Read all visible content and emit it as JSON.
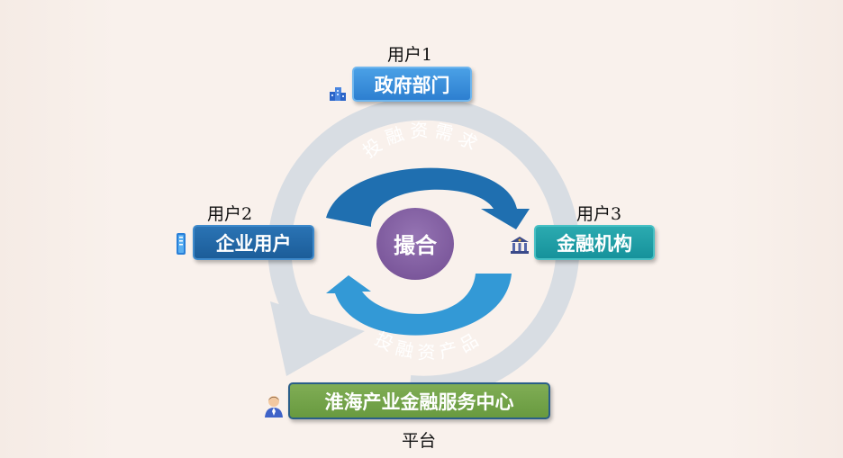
{
  "diagram": {
    "center": {
      "label": "撮合",
      "color": "#8360a0"
    },
    "cycle_arrows": {
      "top": {
        "label": "投融资需求",
        "color": "#1f6fb0"
      },
      "bottom": {
        "label": "投融资产品",
        "color": "#3399d6"
      }
    },
    "nodes": {
      "government": {
        "user_label": "用户1",
        "name": "政府部门",
        "icon": "building-icon",
        "color": "#3a8ee0"
      },
      "enterprise": {
        "user_label": "用户2",
        "name": "企业用户",
        "icon": "document-stack-icon",
        "color": "#2166a5"
      },
      "financial": {
        "user_label": "用户3",
        "name": "金融机构",
        "icon": "bank-icon",
        "color": "#1f9fa5"
      },
      "platform": {
        "role_label": "平台",
        "name": "淮海产业金融服务中心",
        "icon": "person-icon",
        "color": "#74a34a"
      }
    },
    "ring_color": "#d8dde3"
  }
}
